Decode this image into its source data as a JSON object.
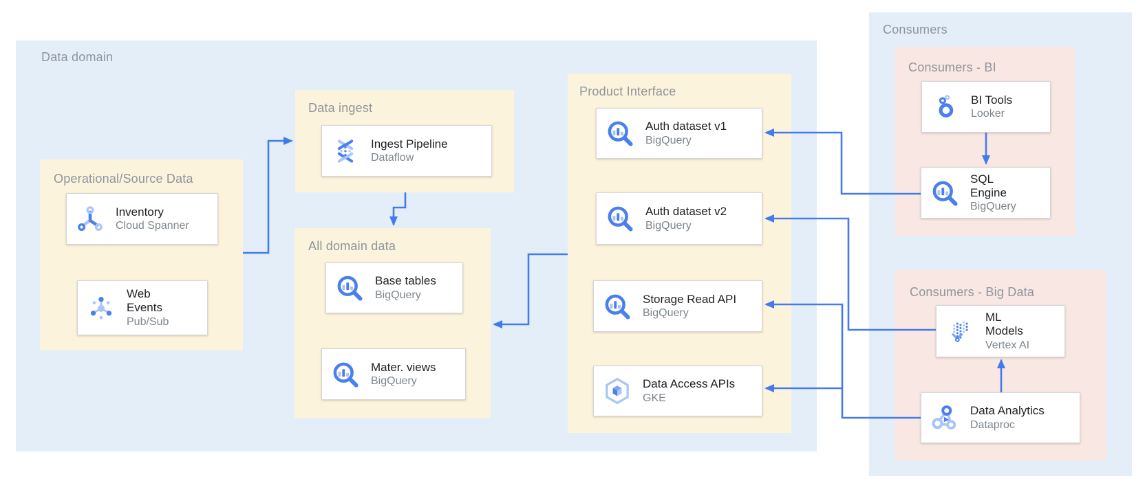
{
  "containers": {
    "data_domain": {
      "label": "Data domain"
    },
    "consumers": {
      "label": "Consumers"
    }
  },
  "groups": {
    "operational": {
      "label": "Operational/Source Data"
    },
    "data_ingest": {
      "label": "Data ingest"
    },
    "all_domain_data": {
      "label": "All domain data"
    },
    "product_interface": {
      "label": "Product Interface"
    },
    "consumers_bi": {
      "label": "Consumers - BI"
    },
    "consumers_big_data": {
      "label": "Consumers - Big Data"
    }
  },
  "nodes": {
    "inventory": {
      "title": "Inventory",
      "subtitle": "Cloud Spanner",
      "icon": "cloud-spanner-icon"
    },
    "web_events": {
      "title": "Web Events",
      "subtitle": "Pub/Sub",
      "icon": "pubsub-icon"
    },
    "ingest_pipeline": {
      "title": "Ingest Pipeline",
      "subtitle": "Dataflow",
      "icon": "dataflow-icon"
    },
    "base_tables": {
      "title": "Base tables",
      "subtitle": "BigQuery",
      "icon": "bigquery-icon"
    },
    "mater_views": {
      "title": "Mater. views",
      "subtitle": "BigQuery",
      "icon": "bigquery-icon"
    },
    "auth_dataset_v1": {
      "title": "Auth dataset v1",
      "subtitle": "BigQuery",
      "icon": "bigquery-icon"
    },
    "auth_dataset_v2": {
      "title": "Auth dataset v2",
      "subtitle": "BigQuery",
      "icon": "bigquery-icon"
    },
    "storage_read_api": {
      "title": "Storage Read API",
      "subtitle": "BigQuery",
      "icon": "bigquery-icon"
    },
    "data_access_apis": {
      "title": "Data Access APIs",
      "subtitle": "GKE",
      "icon": "gke-icon"
    },
    "bi_tools": {
      "title": "BI Tools",
      "subtitle": "Looker",
      "icon": "looker-icon"
    },
    "sql_engine": {
      "title": "SQL Engine",
      "subtitle": "BigQuery",
      "icon": "bigquery-icon"
    },
    "ml_models": {
      "title": "ML Models",
      "subtitle": "Vertex AI",
      "icon": "vertex-ai-icon"
    },
    "data_analytics": {
      "title": "Data Analytics",
      "subtitle": "Dataproc",
      "icon": "dataproc-icon"
    }
  },
  "edges": [
    {
      "from": "Operational/Source Data",
      "to": "Data ingest"
    },
    {
      "from": "Ingest Pipeline",
      "to": "All domain data"
    },
    {
      "from": "Product Interface",
      "to": "All domain data"
    },
    {
      "from": "SQL Engine",
      "to": "Auth dataset v1"
    },
    {
      "from": "ML Models",
      "to": "Auth dataset v2"
    },
    {
      "from": "Data Analytics",
      "to": "Storage Read API"
    },
    {
      "from": "Data Analytics",
      "to": "Data Access APIs"
    },
    {
      "from": "BI Tools",
      "to": "SQL Engine"
    },
    {
      "from": "Data Analytics",
      "to": "ML Models"
    }
  ],
  "colors": {
    "container_bg": "#E4EEF9",
    "group_bg_yellow": "#FCF3DC",
    "group_bg_pink": "#F9E7E3",
    "card_bg": "#FFFFFF",
    "card_border": "#D6D6D6",
    "arrow_blue": "#447BEA",
    "icon_blue": "#4A80EC",
    "icon_blue_light": "#A9C6F7",
    "label_gray": "#8E959C",
    "title_dark": "#202124",
    "subtitle_gray": "#7E868C"
  }
}
